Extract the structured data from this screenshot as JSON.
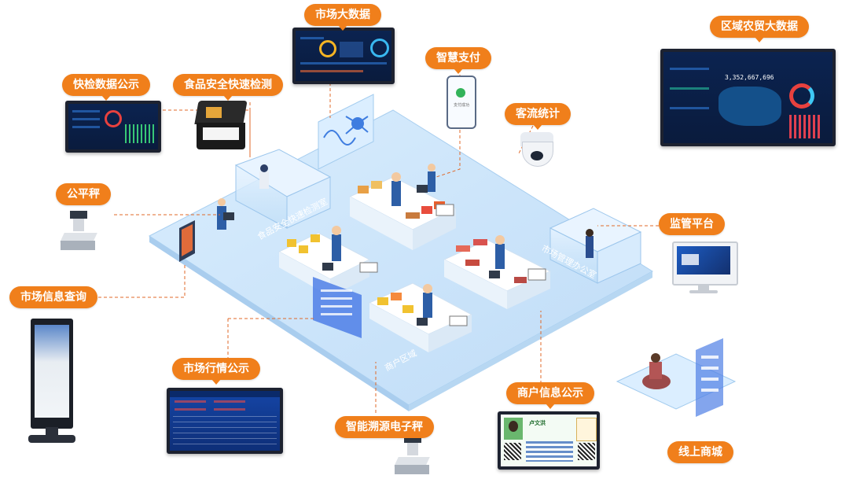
{
  "labels": {
    "market_big_data": "市场大数据",
    "regional_big_data": "区域农贸大数据",
    "smart_payment": "智慧支付",
    "quick_test_public": "快检数据公示",
    "food_safety_test": "食品安全快速检测",
    "passenger_flow": "客流统计",
    "fair_scale": "公平秤",
    "supervision_platform": "监管平台",
    "market_info_query": "市场信息查询",
    "market_price_public": "市场行情公示",
    "merchant_info_public": "商户信息公示",
    "traceability_scale": "智能溯源电子秤",
    "online_mall": "线上商城"
  },
  "floor_text": {
    "food_safety_room": "食品安全快速检测室",
    "market_office": "市场管理办公室",
    "merchant_area": "商户区域"
  },
  "devices": {
    "payment_success": "支付成功",
    "regional_total": "3,352,667,696",
    "merchant_name": "卢文洪"
  },
  "colors": {
    "accent": "#f07f1b",
    "floor": "#cfe6fb",
    "dash": "#e06a2a"
  }
}
